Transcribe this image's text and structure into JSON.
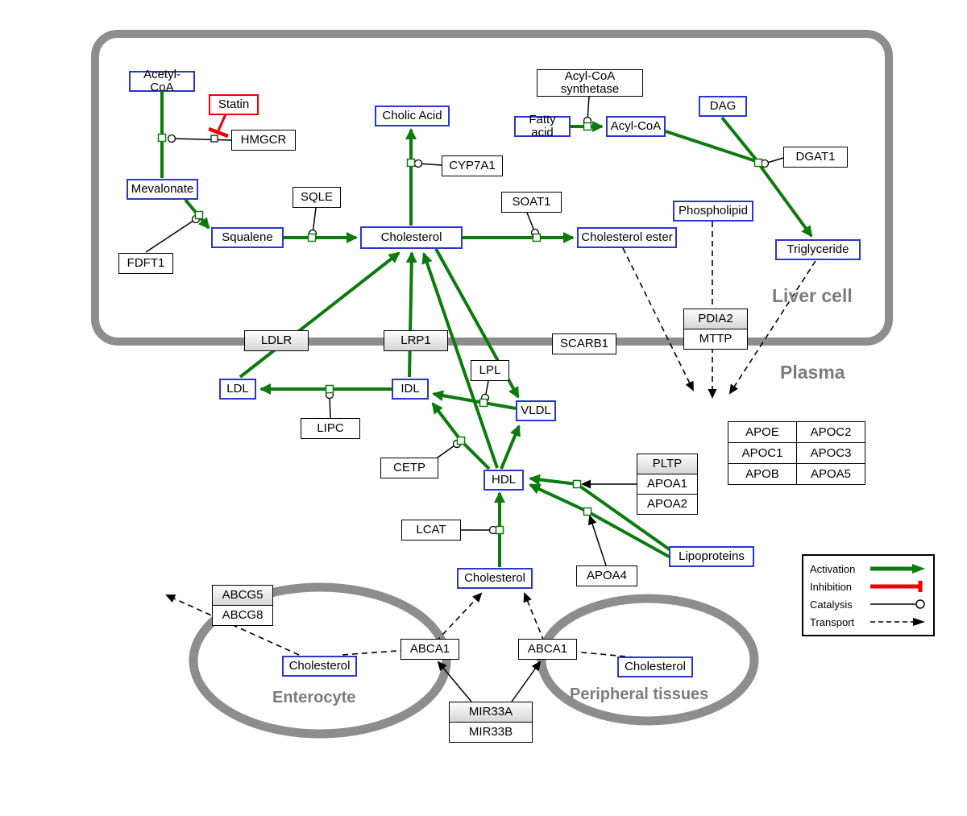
{
  "regions": {
    "liver": {
      "label": "Liver cell"
    },
    "plasma": {
      "label": "Plasma"
    },
    "enterocyte": {
      "label": "Enterocyte"
    },
    "peripheral": {
      "label": "Peripheral tissues"
    }
  },
  "nodes": {
    "acetyl_coa": "Acetyl-CoA",
    "statin": "Statin",
    "hmgcr": "HMGCR",
    "mevalonate": "Mevalonate",
    "fdft1": "FDFT1",
    "squalene": "Squalene",
    "sqle": "SQLE",
    "cholic_acid": "Cholic Acid",
    "cyp7a1": "CYP7A1",
    "cholesterol_liver": "Cholesterol",
    "soat1": "SOAT1",
    "cholesterol_ester": "Cholesterol ester",
    "acyl_coa_synthetase": "Acyl-CoA synthetase",
    "fatty_acid": "Fatty acid",
    "acyl_coa": "Acyl-CoA",
    "dag": "DAG",
    "dgat1": "DGAT1",
    "phospholipid": "Phospholipid",
    "triglyceride": "Triglyceride",
    "ldlr": "LDLR",
    "lrp1": "LRP1",
    "scarb1": "SCARB1",
    "pdia2": "PDIA2",
    "mttp": "MTTP",
    "ldl": "LDL",
    "idl": "IDL",
    "lipc": "LIPC",
    "lpl": "LPL",
    "vldl": "VLDL",
    "cetp": "CETP",
    "hdl": "HDL",
    "lcat": "LCAT",
    "pltp": "PLTP",
    "apoa1": "APOA1",
    "apoa2": "APOA2",
    "apoa4": "APOA4",
    "lipoproteins": "Lipoproteins",
    "cholesterol_plasma": "Cholesterol",
    "abcg5": "ABCG5",
    "abcg8": "ABCG8",
    "cholesterol_enterocyte": "Cholesterol",
    "abca1_enterocyte": "ABCA1",
    "abca1_peripheral": "ABCA1",
    "cholesterol_peripheral": "Cholesterol",
    "mir33a": "MIR33A",
    "mir33b": "MIR33B"
  },
  "apo_table": {
    "rows": [
      [
        "APOE",
        "APOC2"
      ],
      [
        "APOC1",
        "APOC3"
      ],
      [
        "APOB",
        "APOA5"
      ]
    ]
  },
  "legend": {
    "activation": "Activation",
    "inhibition": "Inhibition",
    "catalysis": "Catalysis",
    "transport": "Transport"
  },
  "colors": {
    "activation": "#0c7a0c",
    "inhibition": "#ee0000",
    "metabolite_border": "#2936cf",
    "membrane": "#8d8d8d"
  }
}
